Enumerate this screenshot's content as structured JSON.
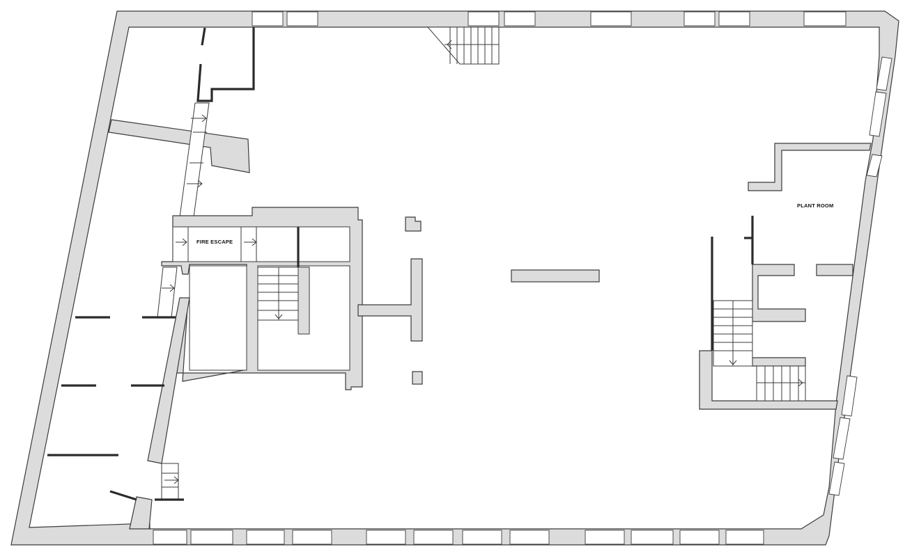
{
  "floor_plan": {
    "rooms": [
      {
        "id": "fire-escape",
        "label": "FIRE ESCAPE"
      },
      {
        "id": "plant-room",
        "label": "PLANT ROOM"
      }
    ],
    "colors": {
      "wall_fill": "#dcdcdc",
      "wall_stroke": "#3a3a3a",
      "partition": "#2b2b2b",
      "background": "#ffffff"
    }
  }
}
